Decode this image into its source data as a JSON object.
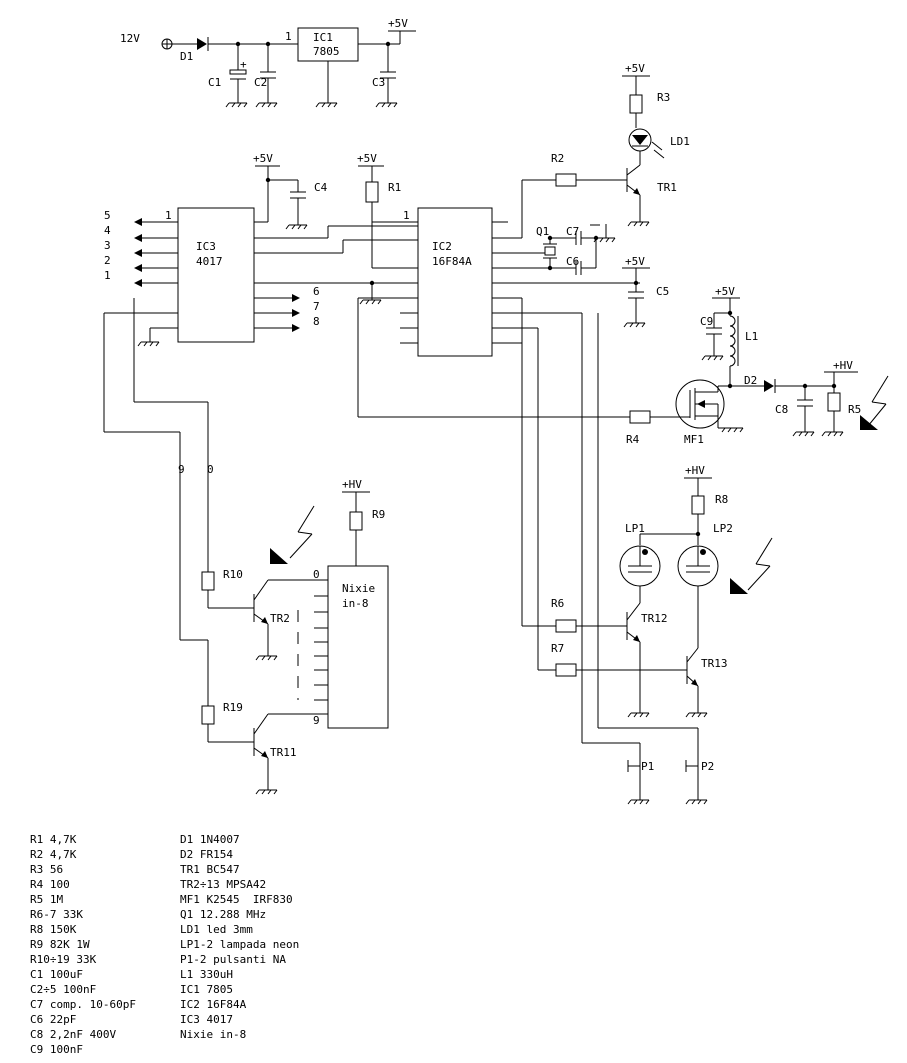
{
  "labels": {
    "v12": "12V",
    "d1": "D1",
    "c1": "C1",
    "c2": "C2",
    "c3": "C3",
    "ic1": "IC1",
    "ic1_part": "7805",
    "ic1_pin": "1",
    "p5v_reg": "+5V",
    "p5v_c4": "+5V",
    "p5v_r1": "+5V",
    "p5v_r3": "+5V",
    "p5v_c5": "+5V",
    "p5v_l1": "+5V",
    "c4": "C4",
    "r1": "R1",
    "r2": "R2",
    "r3": "R3",
    "ld1": "LD1",
    "tr1": "TR1",
    "ic3": "IC3",
    "ic3_part": "4017",
    "ic3_pin1": "1",
    "ic2": "IC2",
    "ic2_part": "16F84A",
    "ic2_pin1": "1",
    "q1": "Q1",
    "c7": "C7",
    "c6": "C6",
    "c5": "C5",
    "o5": "5",
    "o4": "4",
    "o3": "3",
    "o2": "2",
    "o1": "1",
    "o6": "6",
    "o7": "7",
    "o8": "8",
    "c9": "C9",
    "l1": "L1",
    "d2": "D2",
    "hv1": "+HV",
    "c8": "C8",
    "r5": "R5",
    "r4": "R4",
    "mf1": "MF1",
    "hv2": "+HV",
    "r8": "R8",
    "lp1": "LP1",
    "lp2": "LP2",
    "n9": "9",
    "n0": "0",
    "hv3": "+HV",
    "r9": "R9",
    "nixie1": "Nixie",
    "nixie2": "in-8",
    "pin0": "0",
    "pin9": "9",
    "r10": "R10",
    "tr2": "TR2",
    "r19": "R19",
    "tr11": "TR11",
    "r6": "R6",
    "tr12": "TR12",
    "r7": "R7",
    "tr13": "TR13",
    "p1": "P1",
    "p2": "P2"
  },
  "bom_left": [
    "R1 4,7K",
    "R2 4,7K",
    "R3 56",
    "R4 100",
    "R5 1M",
    "R6-7 33K",
    "R8 150K",
    "R9 82K 1W",
    "R10÷19 33K",
    "C1 100uF",
    "C2÷5 100nF",
    "C7 comp. 10-60pF",
    "C6 22pF",
    "C8 2,2nF 400V",
    "C9 100nF"
  ],
  "bom_right": [
    "D1 1N4007",
    "D2 FR154",
    "TR1 BC547",
    "TR2÷13 MPSA42",
    "MF1 K2545  IRF830",
    "Q1 12.288 MHz",
    "LD1 led 3mm",
    "LP1-2 lampada neon",
    "P1-2 pulsanti NA",
    "L1 330uH",
    "IC1 7805",
    "IC2 16F84A",
    "IC3 4017",
    "Nixie in-8"
  ]
}
